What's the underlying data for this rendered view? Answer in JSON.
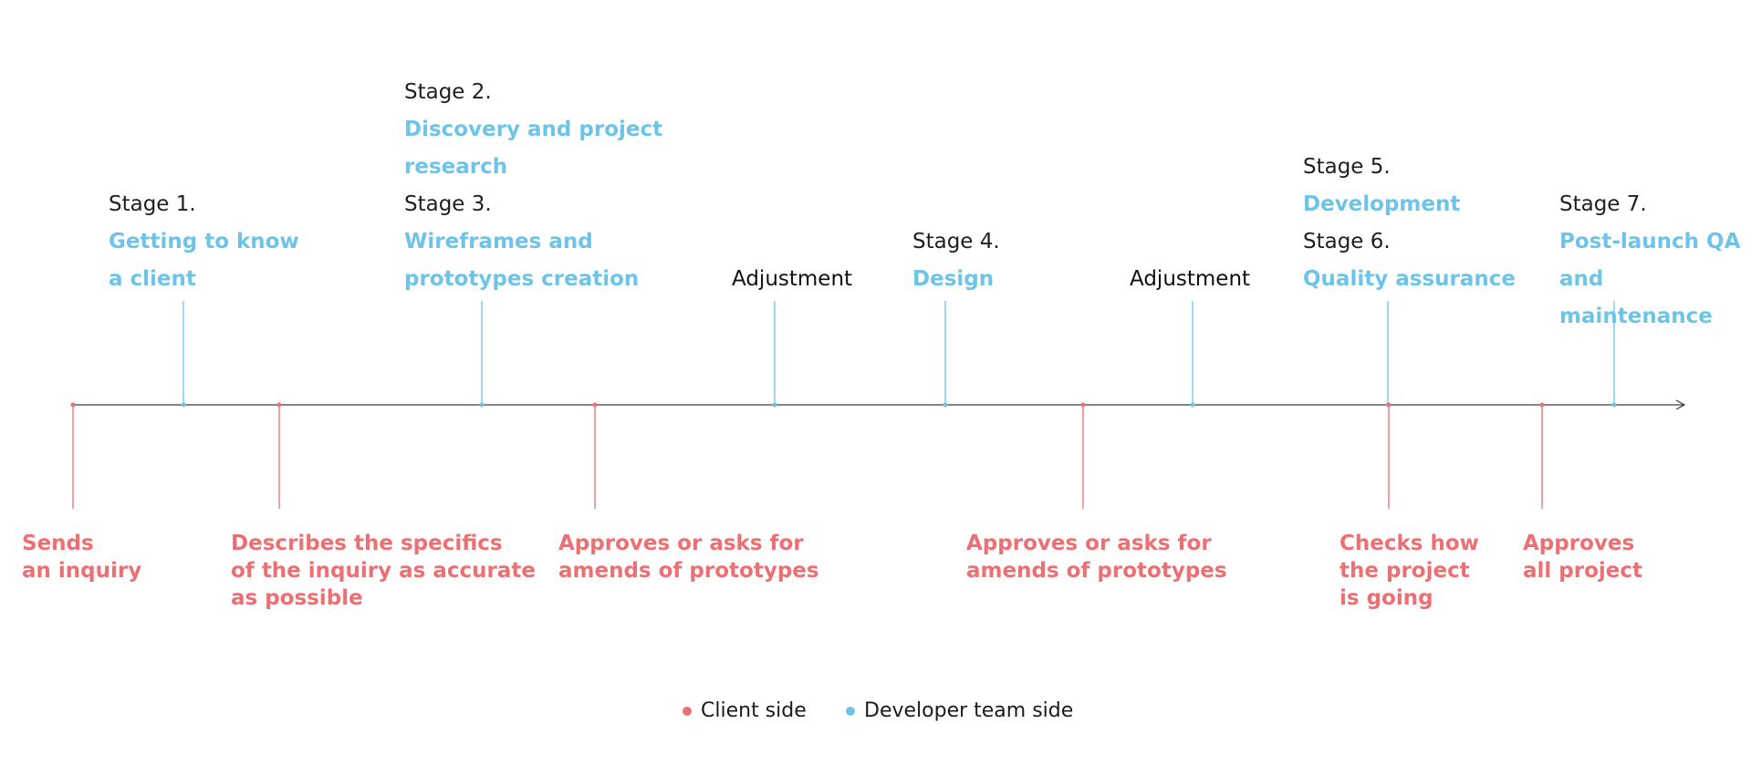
{
  "colors": {
    "client": "#ec7073",
    "developer": "#6ec4e8",
    "axis": "#3a3a3a"
  },
  "developer_events": [
    {
      "id": "s1",
      "entries": [
        {
          "stage": "Stage 1.",
          "title": "Getting to know\na client"
        }
      ]
    },
    {
      "id": "s23",
      "entries": [
        {
          "stage": "Stage 2.",
          "title": "Discovery and project\nresearch"
        },
        {
          "stage": "Stage 3.",
          "title": "Wireframes and\nprototypes creation"
        }
      ]
    },
    {
      "id": "adj1",
      "plain": "Adjustment"
    },
    {
      "id": "s4",
      "entries": [
        {
          "stage": "Stage 4.",
          "title": "Design"
        }
      ]
    },
    {
      "id": "adj2",
      "plain": "Adjustment"
    },
    {
      "id": "s56",
      "entries": [
        {
          "stage": "Stage 5.",
          "title": "Development"
        },
        {
          "stage": "Stage 6.",
          "title": "Quality assurance"
        }
      ]
    },
    {
      "id": "s7",
      "entries": [
        {
          "stage": "Stage 7.",
          "title": "Post-launch QA\nand maintenance"
        }
      ]
    }
  ],
  "client_events": [
    {
      "id": "c1",
      "text": "Sends\nan inquiry"
    },
    {
      "id": "c2",
      "text": "Describes the specifics\nof the inquiry as accurate\nas possible"
    },
    {
      "id": "c3",
      "text": "Approves or asks for\namends of prototypes"
    },
    {
      "id": "c4",
      "text": "Approves or asks for\namends of prototypes"
    },
    {
      "id": "c5",
      "text": "Checks how\nthe project\nis going"
    },
    {
      "id": "c6",
      "text": "Approves\nall project"
    }
  ],
  "legend": {
    "client": "Client side",
    "developer": "Developer team side"
  }
}
